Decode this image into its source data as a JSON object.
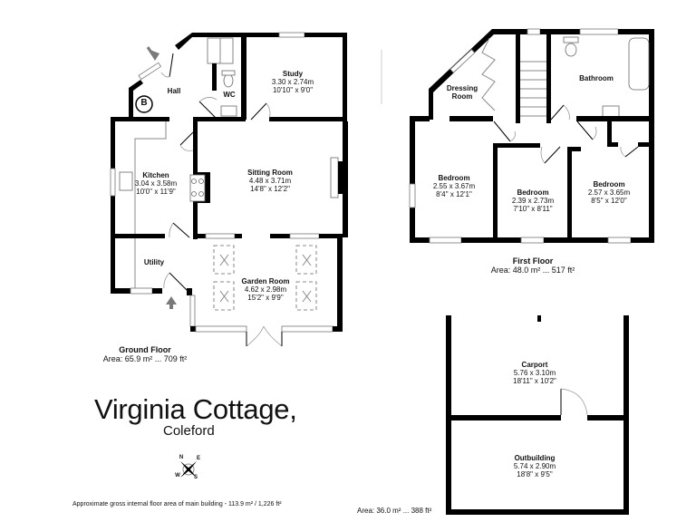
{
  "property": {
    "title": "Virginia Cottage,",
    "subtitle": "Coleford",
    "footnote": "Approximate gross internal floor area of main building  -  113.9 m² /  1,226 ft²"
  },
  "ground_floor": {
    "title": "Ground Floor",
    "area": "Area: 65.9 m² ... 709 ft²",
    "boiler_marker": "B",
    "rooms": [
      {
        "name": "Hall",
        "dims_m": "",
        "dims_ft": ""
      },
      {
        "name": "WC",
        "dims_m": "",
        "dims_ft": ""
      },
      {
        "name": "Study",
        "dims_m": "3.30 x 2.74m",
        "dims_ft": "10'10'' x 9'0\""
      },
      {
        "name": "Kitchen",
        "dims_m": "3.04 x 3.58m",
        "dims_ft": "10'0'' x 11'9\""
      },
      {
        "name": "Sitting Room",
        "dims_m": "4.48 x 3.71m",
        "dims_ft": "14'8\" x 12'2\""
      },
      {
        "name": "Utility",
        "dims_m": "",
        "dims_ft": ""
      },
      {
        "name": "Garden Room",
        "dims_m": "4.62 x 2.98m",
        "dims_ft": "15'2\" x 9'9\""
      }
    ]
  },
  "first_floor": {
    "title": "First Floor",
    "area": "Area: 48.0 m² ... 517 ft²",
    "rooms": [
      {
        "name": "Dressing",
        "name2": "Room"
      },
      {
        "name": "Bathroom"
      },
      {
        "name": "Bedroom",
        "dims_m": "2.55 x 3.67m",
        "dims_ft": "8'4'' x 12'1\""
      },
      {
        "name": "Bedroom",
        "dims_m": "2.39 x 2.73m",
        "dims_ft": "7'10\" x 8'11\""
      },
      {
        "name": "Bedroom",
        "dims_m": "2.57 x 3.65m",
        "dims_ft": "8'5\" x 12'0\""
      }
    ]
  },
  "outbuildings": {
    "area": "Area: 36.0 m² ... 388 ft²",
    "rooms": [
      {
        "name": "Carport",
        "dims_m": "5.76 x 3.10m",
        "dims_ft": "18'11\" x 10'2\""
      },
      {
        "name": "Outbuilding",
        "dims_m": "5.74 x 2.90m",
        "dims_ft": "18'8\" x 9'5\""
      }
    ]
  },
  "compass": {
    "n": "N",
    "e": "E",
    "s": "S",
    "w": "W"
  },
  "colors": {
    "wall": "#000000",
    "background": "#ffffff",
    "arrow": "#7a7a7a"
  }
}
